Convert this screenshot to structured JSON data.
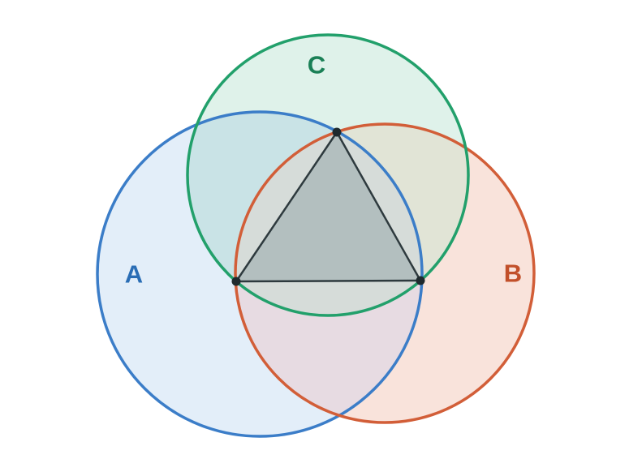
{
  "diagram": {
    "type": "venn-3",
    "sets": [
      {
        "id": "A",
        "label": "A",
        "stroke": "#3b7dc8",
        "fill": "#e3eef9",
        "label_color": "#2a6db5"
      },
      {
        "id": "B",
        "label": "B",
        "stroke": "#d25e38",
        "fill": "#f9e3db",
        "label_color": "#c2502a"
      },
      {
        "id": "C",
        "label": "C",
        "stroke": "#22a06b",
        "fill": "#dff2ea",
        "label_color": "#1a8056"
      }
    ],
    "central_region": {
      "shape": "triangle",
      "fill": "#b3bfbf",
      "stroke": "#2e3a3e",
      "vertex_count": 3,
      "vertex_color": "#1f2a2e"
    }
  }
}
